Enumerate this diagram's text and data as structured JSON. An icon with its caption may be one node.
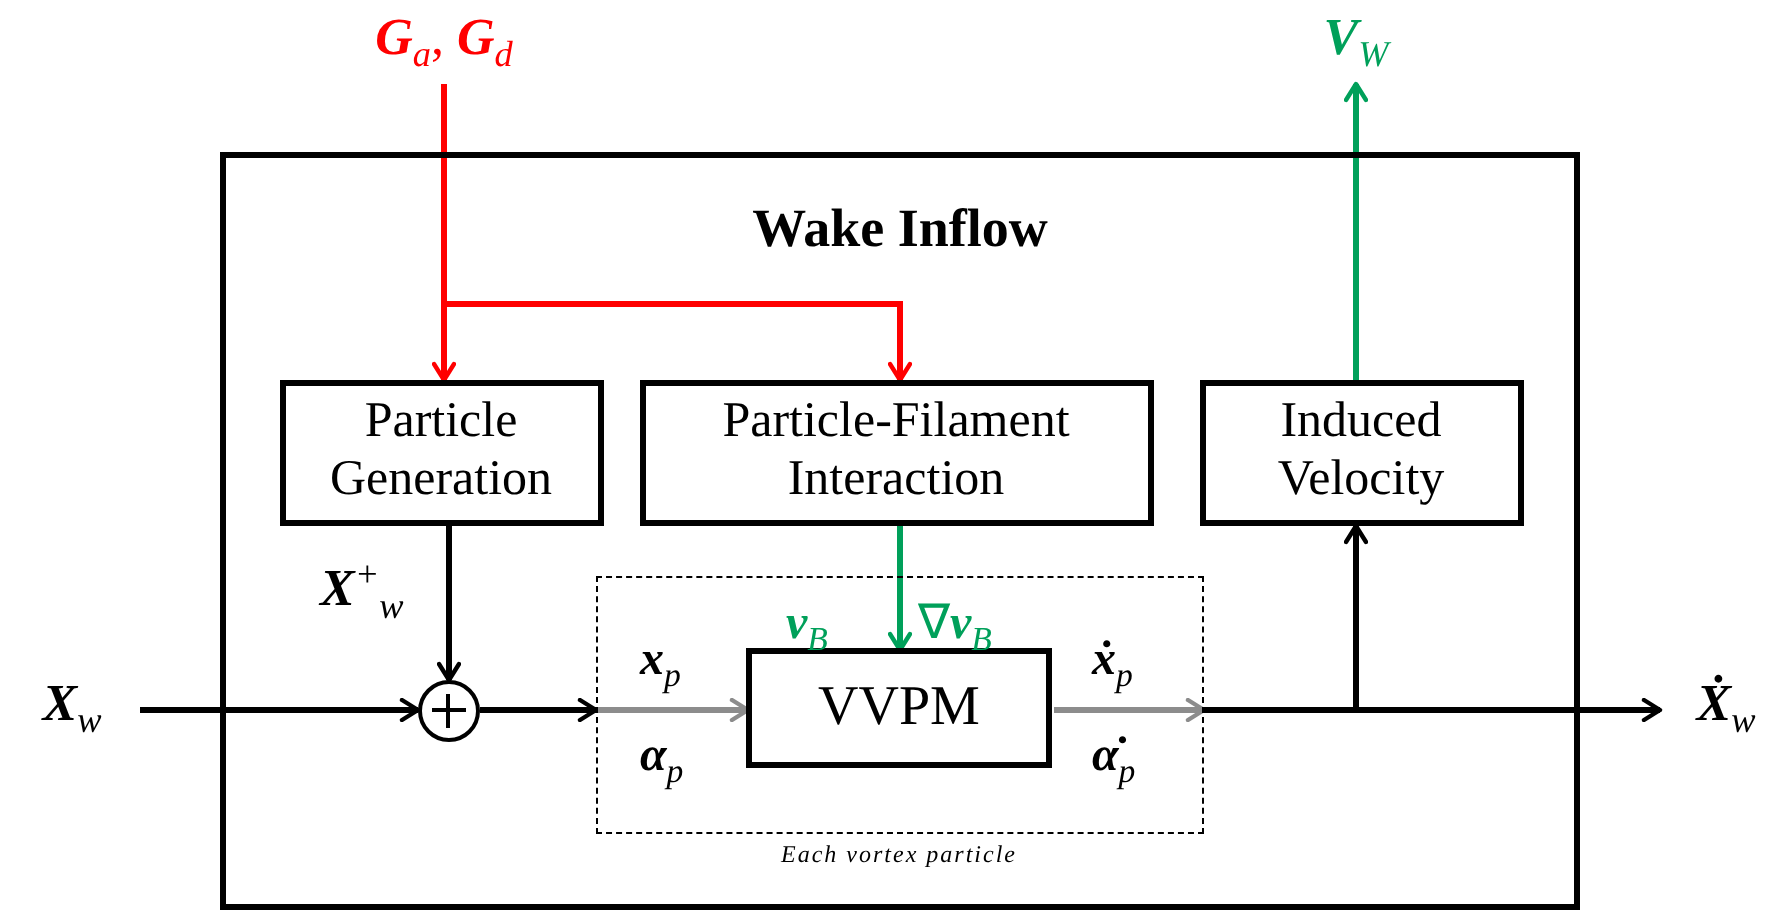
{
  "diagram": {
    "nodes": [
      {
        "text": [
          "Wake Inflow"
        ]
      },
      {
        "text": [
          "Particle Generation"
        ],
        "in": 0
      },
      {
        "text": [
          "Particle-Filament Interaction"
        ],
        "in": 0
      },
      {
        "text": [
          "Induced Velocity"
        ],
        "in": 0
      },
      {
        "text": [
          "Each vortex particle"
        ],
        "in": 0
      },
      {
        "text": [
          "VVPM"
        ],
        "in": 4
      },
      {
        "text": [],
        "shape": "circle",
        "in": 0
      },
      {
        "text": [
          "**X**$_{w}$"
        ]
      },
      {
        "text": [
          "**Ẋ**$_{w}$"
        ]
      },
      {
        "text": [
          "**G**$_{a}$, **G**$_{d}$"
        ]
      },
      {
        "text": [
          "**V**$_{W}$"
        ]
      }
    ],
    "edges": [
      {
        "from": 7,
        "to": 6,
        "arrow": "to"
      },
      {
        "from": 9,
        "to": 1,
        "arrow": "to",
        "color": "#ff0000"
      },
      {
        "from": 9,
        "to": 2,
        "arrow": "to",
        "color": "#ff0000"
      },
      {
        "from": 1,
        "to": 6,
        "arrow": "to",
        "label": "**X**$^{+}$$_{w}$"
      },
      {
        "from": 6,
        "to": 4,
        "arrow": "to"
      },
      {
        "from": 4,
        "to": 5,
        "arrow": "to",
        "color": "#8c8c8c"
      },
      {
        "from": 2,
        "to": 5,
        "arrow": "to",
        "color": "#00a05a"
      },
      {
        "from": 5,
        "to": 4,
        "arrow": "to",
        "color": "#8c8c8c"
      },
      {
        "from": 4,
        "to": 8,
        "arrow": "to"
      },
      {
        "from": 4,
        "to": 3,
        "arrow": "to"
      },
      {
        "from": 3,
        "to": 10,
        "arrow": "to",
        "color": "#00a05a"
      }
    ],
    "labels": [
      "**v**$_{B}$",
      "∇**v**$_{B}$",
      "**x**$_{p}$",
      "**ẋ**$_{p}$",
      "**α**$_{p}$",
      "**α̇**$_{p}$"
    ]
  }
}
